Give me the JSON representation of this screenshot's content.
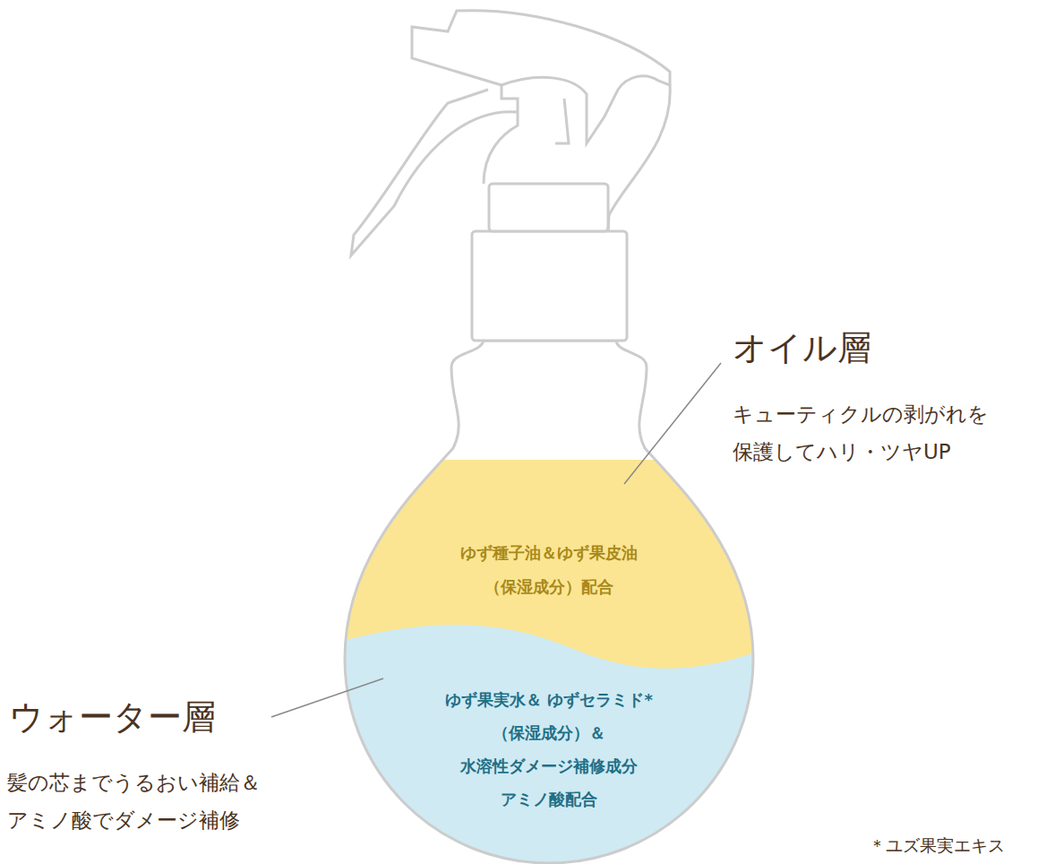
{
  "diagram": {
    "nodes": [
      {
        "text": [
          "ゆず種子油＆ゆず果皮油 （保湿成分）配合"
        ]
      },
      {
        "text": [
          "ゆず果実水＆ ゆずセラミド*（保湿成分）＆ 水溶性ダメージ補修成分 アミノ酸配合"
        ]
      }
    ],
    "labels": [
      "オイル層",
      "キューティクルの剥がれを 保護してハリ・ツヤUP",
      "ウォーター層",
      "髪の芯までうるおい補給＆ アミノ酸でダメージ補修",
      "＊ユズ果実エキス"
    ]
  }
}
